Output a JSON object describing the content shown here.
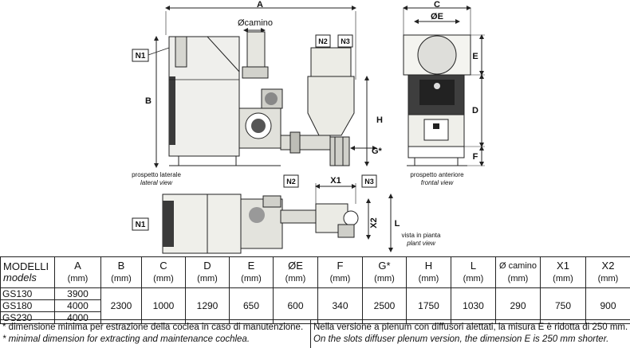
{
  "drawing": {
    "dim_A": "A",
    "dim_B": "B",
    "dim_C": "C",
    "dim_OE": "ØE",
    "dim_E": "E",
    "dim_D": "D",
    "dim_F": "F",
    "dim_H": "H",
    "dim_G": "G*",
    "dim_X1": "X1",
    "dim_X2": "X2",
    "dim_L": "L",
    "camino": "Øcamino",
    "tag_N1": "N1",
    "tag_N2": "N2",
    "tag_N3": "N3",
    "lateral_it": "prospetto laterale",
    "lateral_en": "lateral view",
    "front_it": "prospetto anteriore",
    "front_en": "frontal view",
    "plan_it": "vista in pianta",
    "plan_en": "plant view"
  },
  "table": {
    "head_models_it": "MODELLI",
    "head_models_en": "models",
    "columns": [
      {
        "label": "A",
        "unit": "(mm)"
      },
      {
        "label": "B",
        "unit": "(mm)"
      },
      {
        "label": "C",
        "unit": "(mm)"
      },
      {
        "label": "D",
        "unit": "(mm)"
      },
      {
        "label": "E",
        "unit": "(mm)"
      },
      {
        "label": "ØE",
        "unit": "(mm)"
      },
      {
        "label": "F",
        "unit": "(mm)"
      },
      {
        "label": "G*",
        "unit": "(mm)"
      },
      {
        "label": "H",
        "unit": "(mm)"
      },
      {
        "label": "L",
        "unit": "(mm)"
      },
      {
        "label": "Ø camino",
        "unit": "(mm)"
      },
      {
        "label": "X1",
        "unit": "(mm)"
      },
      {
        "label": "X2",
        "unit": "(mm)"
      }
    ],
    "models": [
      {
        "name": "GS130",
        "A": "3900"
      },
      {
        "name": "GS180",
        "A": "4000"
      },
      {
        "name": "GS230",
        "A": "4000"
      }
    ],
    "shared_values": [
      "2300",
      "1000",
      "1290",
      "650",
      "600",
      "340",
      "2500",
      "1750",
      "1030",
      "290",
      "750",
      "900"
    ]
  },
  "notes": {
    "left_it": "* dimensione minima per estrazione della coclea in caso di manutenzione.",
    "left_en": "* minimal dimension for extracting and maintenance cochlea.",
    "right_it": "Nella versione a plenum con diffusori alettati, la misura E è ridotta di 250 mm.",
    "right_en": "On the slots diffuser plenum version, the dimension E is 250 mm shorter."
  }
}
